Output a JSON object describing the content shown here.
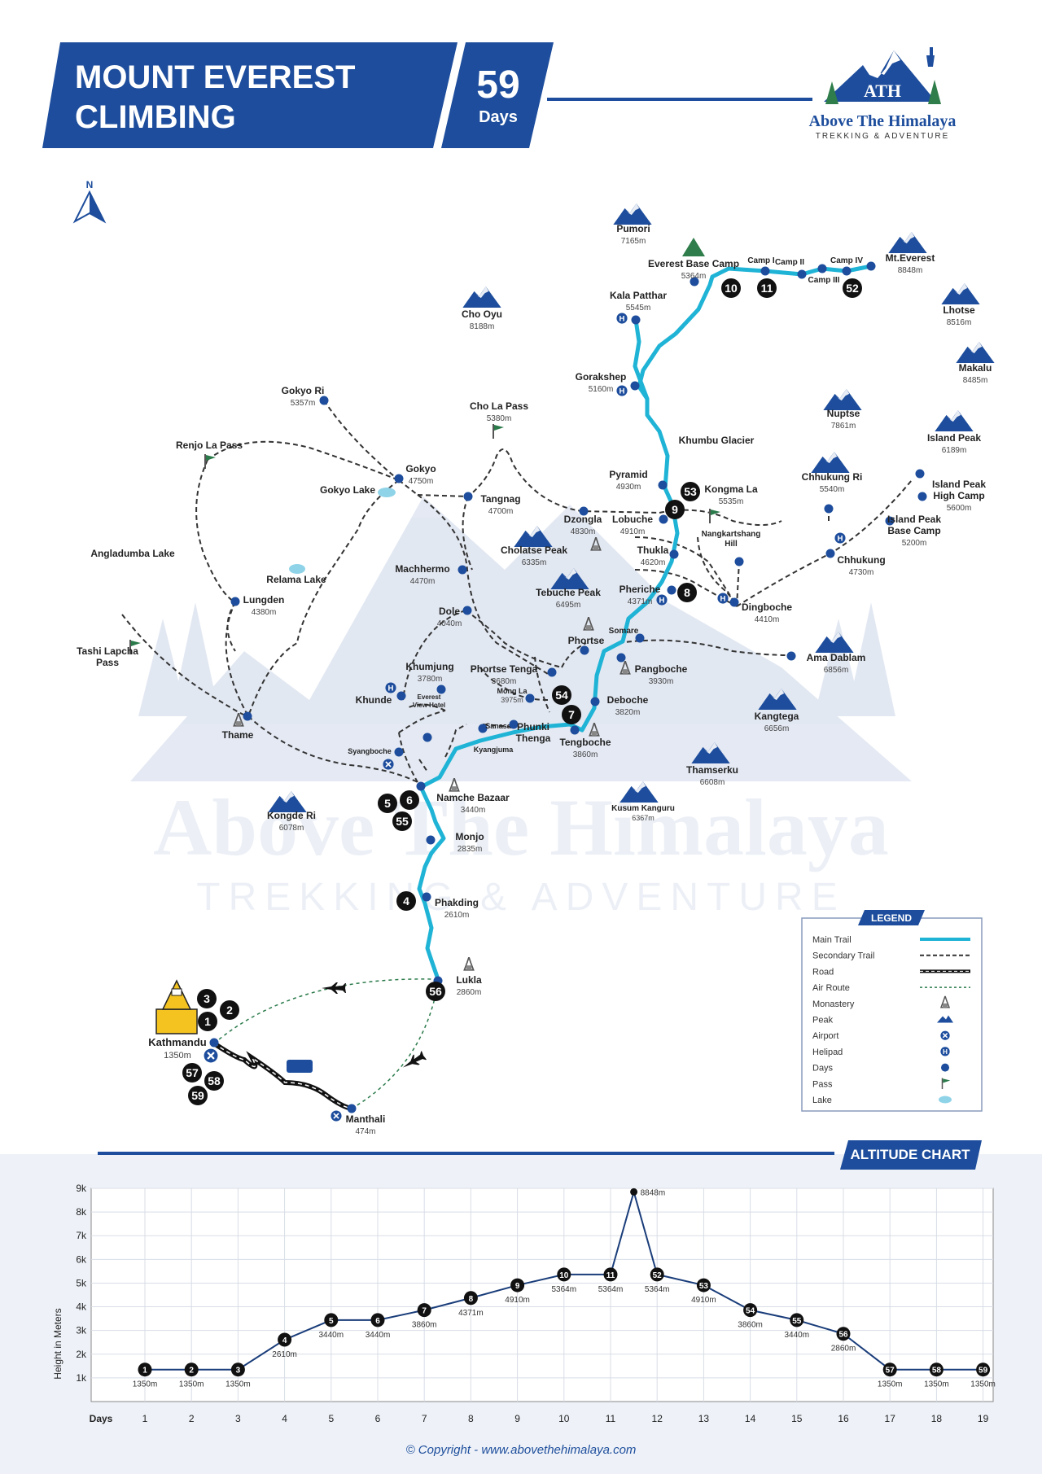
{
  "header": {
    "title_line1": "MOUNT EVEREST",
    "title_line2": "CLIMBING",
    "days_number": "59",
    "days_label": "Days"
  },
  "logo": {
    "initials": "ATH",
    "name": "Above The Himalaya",
    "tagline": "TREKKING & ADVENTURE"
  },
  "compass": {
    "label": "N"
  },
  "watermark": {
    "name": "Above The Himalaya",
    "tagline": "TREKKING & ADVENTURE"
  },
  "places": [
    {
      "name": "Pumori",
      "alt": "7165m"
    },
    {
      "name": "Everest Base Camp",
      "alt": "5364m"
    },
    {
      "name": "Camp I",
      "alt": ""
    },
    {
      "name": "Camp II",
      "alt": ""
    },
    {
      "name": "Camp III",
      "alt": ""
    },
    {
      "name": "Camp IV",
      "alt": ""
    },
    {
      "name": "Mt.Everest",
      "alt": "8848m"
    },
    {
      "name": "Lhotse",
      "alt": "8516m"
    },
    {
      "name": "Makalu",
      "alt": "8485m"
    },
    {
      "name": "Kala Patthar",
      "alt": "5545m"
    },
    {
      "name": "Cho Oyu",
      "alt": "8188m"
    },
    {
      "name": "Gorakshep",
      "alt": "5160m"
    },
    {
      "name": "Gokyo Ri",
      "alt": "5357m"
    },
    {
      "name": "Cho La Pass",
      "alt": "5380m"
    },
    {
      "name": "Nuptse",
      "alt": "7861m"
    },
    {
      "name": "Island Peak",
      "alt": "6189m"
    },
    {
      "name": "Khumbu Glacier",
      "alt": ""
    },
    {
      "name": "Renjo La Pass",
      "alt": ""
    },
    {
      "name": "Gokyo",
      "alt": "4750m"
    },
    {
      "name": "Gokyo Lake",
      "alt": ""
    },
    {
      "name": "Tangnag",
      "alt": "4700m"
    },
    {
      "name": "Pyramid",
      "alt": "4930m"
    },
    {
      "name": "Kongma La",
      "alt": "5535m"
    },
    {
      "name": "Chhukung Ri",
      "alt": "5540m"
    },
    {
      "name": "Island Peak High Camp",
      "alt": "5600m"
    },
    {
      "name": "Dzongla",
      "alt": "4830m"
    },
    {
      "name": "Lobuche",
      "alt": "4910m"
    },
    {
      "name": "Island Peak Base Camp",
      "alt": "5200m"
    },
    {
      "name": "Angladumba Lake",
      "alt": ""
    },
    {
      "name": "Cholatse Peak",
      "alt": "6335m"
    },
    {
      "name": "Thukla",
      "alt": "4620m"
    },
    {
      "name": "Nangkartshang Hill",
      "alt": ""
    },
    {
      "name": "Chhukung",
      "alt": "4730m"
    },
    {
      "name": "Relama Lake",
      "alt": ""
    },
    {
      "name": "Machhermo",
      "alt": "4470m"
    },
    {
      "name": "Tebuche Peak",
      "alt": "6495m"
    },
    {
      "name": "Pheriche",
      "alt": "4371m"
    },
    {
      "name": "Dingboche",
      "alt": "4410m"
    },
    {
      "name": "Lungden",
      "alt": "4380m"
    },
    {
      "name": "Dole",
      "alt": "4040m"
    },
    {
      "name": "Somare",
      "alt": ""
    },
    {
      "name": "Phortse",
      "alt": ""
    },
    {
      "name": "Tashi Lapcha Pass",
      "alt": ""
    },
    {
      "name": "Ama Dablam",
      "alt": "6856m"
    },
    {
      "name": "Khumjung",
      "alt": "3780m"
    },
    {
      "name": "Phortse Tenga",
      "alt": "3680m"
    },
    {
      "name": "Pangboche",
      "alt": "3930m"
    },
    {
      "name": "Khunde",
      "alt": ""
    },
    {
      "name": "Mong La",
      "alt": "3975m"
    },
    {
      "name": "Deboche",
      "alt": "3820m"
    },
    {
      "name": "Everest View Hotel",
      "alt": ""
    },
    {
      "name": "Kangtega",
      "alt": "6656m"
    },
    {
      "name": "Thame",
      "alt": ""
    },
    {
      "name": "Sanasa",
      "alt": ""
    },
    {
      "name": "Phunki Thenga",
      "alt": ""
    },
    {
      "name": "Tengboche",
      "alt": "3860m"
    },
    {
      "name": "Syangboche",
      "alt": ""
    },
    {
      "name": "Kyangjuma",
      "alt": ""
    },
    {
      "name": "Thamserku",
      "alt": "6608m"
    },
    {
      "name": "Namche Bazaar",
      "alt": "3440m"
    },
    {
      "name": "Kongde Ri",
      "alt": "6078m"
    },
    {
      "name": "Kusum Kanguru",
      "alt": "6367m"
    },
    {
      "name": "Monjo",
      "alt": "2835m"
    },
    {
      "name": "Phakding",
      "alt": "2610m"
    },
    {
      "name": "Lukla",
      "alt": "2860m"
    },
    {
      "name": "Kathmandu",
      "alt": "1350m"
    },
    {
      "name": "Manthali",
      "alt": "474m"
    }
  ],
  "day_badges": [
    "10",
    "11",
    "52",
    "53",
    "9",
    "8",
    "54",
    "7",
    "5",
    "6",
    "55",
    "4",
    "56",
    "3",
    "2",
    "1",
    "57",
    "58",
    "59"
  ],
  "legend": {
    "title": "LEGEND",
    "items": [
      "Main Trail",
      "Secondary Trail",
      "Road",
      "Air Route",
      "Monastery",
      "Peak",
      "Airport",
      "Helipad",
      "Days",
      "Pass",
      "Lake"
    ]
  },
  "colors": {
    "brand_blue": "#1d4d9c",
    "trail_cyan": "#1fb3d6",
    "day_badge": "#111111",
    "pass_flag": "#2a7a4a",
    "lake": "#8fd3e8"
  },
  "chart_data": {
    "type": "line",
    "title": "ALTITUDE CHART",
    "xlabel": "Days",
    "ylabel": "Height in Meters",
    "ylim": [
      0,
      9000
    ],
    "yticks": [
      "1k",
      "2k",
      "3k",
      "4k",
      "5k",
      "6k",
      "7k",
      "8k",
      "9k"
    ],
    "xticks": [
      "1",
      "2",
      "3",
      "4",
      "5",
      "6",
      "7",
      "8",
      "9",
      "10",
      "11",
      "12",
      "13",
      "14",
      "15",
      "16",
      "17",
      "18",
      "19"
    ],
    "points": [
      {
        "x": 1,
        "y": 1350,
        "badge": "1",
        "label": "1350m"
      },
      {
        "x": 2,
        "y": 1350,
        "badge": "2",
        "label": "1350m"
      },
      {
        "x": 3,
        "y": 1350,
        "badge": "3",
        "label": "1350m"
      },
      {
        "x": 4,
        "y": 2610,
        "badge": "4",
        "label": "2610m"
      },
      {
        "x": 5,
        "y": 3440,
        "badge": "5",
        "label": "3440m"
      },
      {
        "x": 6,
        "y": 3440,
        "badge": "6",
        "label": "3440m"
      },
      {
        "x": 7,
        "y": 3860,
        "badge": "7",
        "label": "3860m"
      },
      {
        "x": 8,
        "y": 4371,
        "badge": "8",
        "label": "4371m"
      },
      {
        "x": 9,
        "y": 4910,
        "badge": "9",
        "label": "4910m"
      },
      {
        "x": 10,
        "y": 5364,
        "badge": "10",
        "label": "5364m"
      },
      {
        "x": 11,
        "y": 5364,
        "badge": "11",
        "label": "5364m"
      },
      {
        "x": 11.5,
        "y": 8848,
        "badge": "",
        "label": "8848m"
      },
      {
        "x": 12,
        "y": 5364,
        "badge": "52",
        "label": "5364m"
      },
      {
        "x": 13,
        "y": 4910,
        "badge": "53",
        "label": "4910m"
      },
      {
        "x": 14,
        "y": 3860,
        "badge": "54",
        "label": "3860m"
      },
      {
        "x": 15,
        "y": 3440,
        "badge": "55",
        "label": "3440m"
      },
      {
        "x": 16,
        "y": 2860,
        "badge": "56",
        "label": "2860m"
      },
      {
        "x": 17,
        "y": 1350,
        "badge": "57",
        "label": "1350m"
      },
      {
        "x": 18,
        "y": 1350,
        "badge": "58",
        "label": "1350m"
      },
      {
        "x": 19,
        "y": 1350,
        "badge": "59",
        "label": "1350m"
      }
    ]
  },
  "footer": {
    "copyright": "© Copyright - www.abovethehimalaya.com"
  }
}
